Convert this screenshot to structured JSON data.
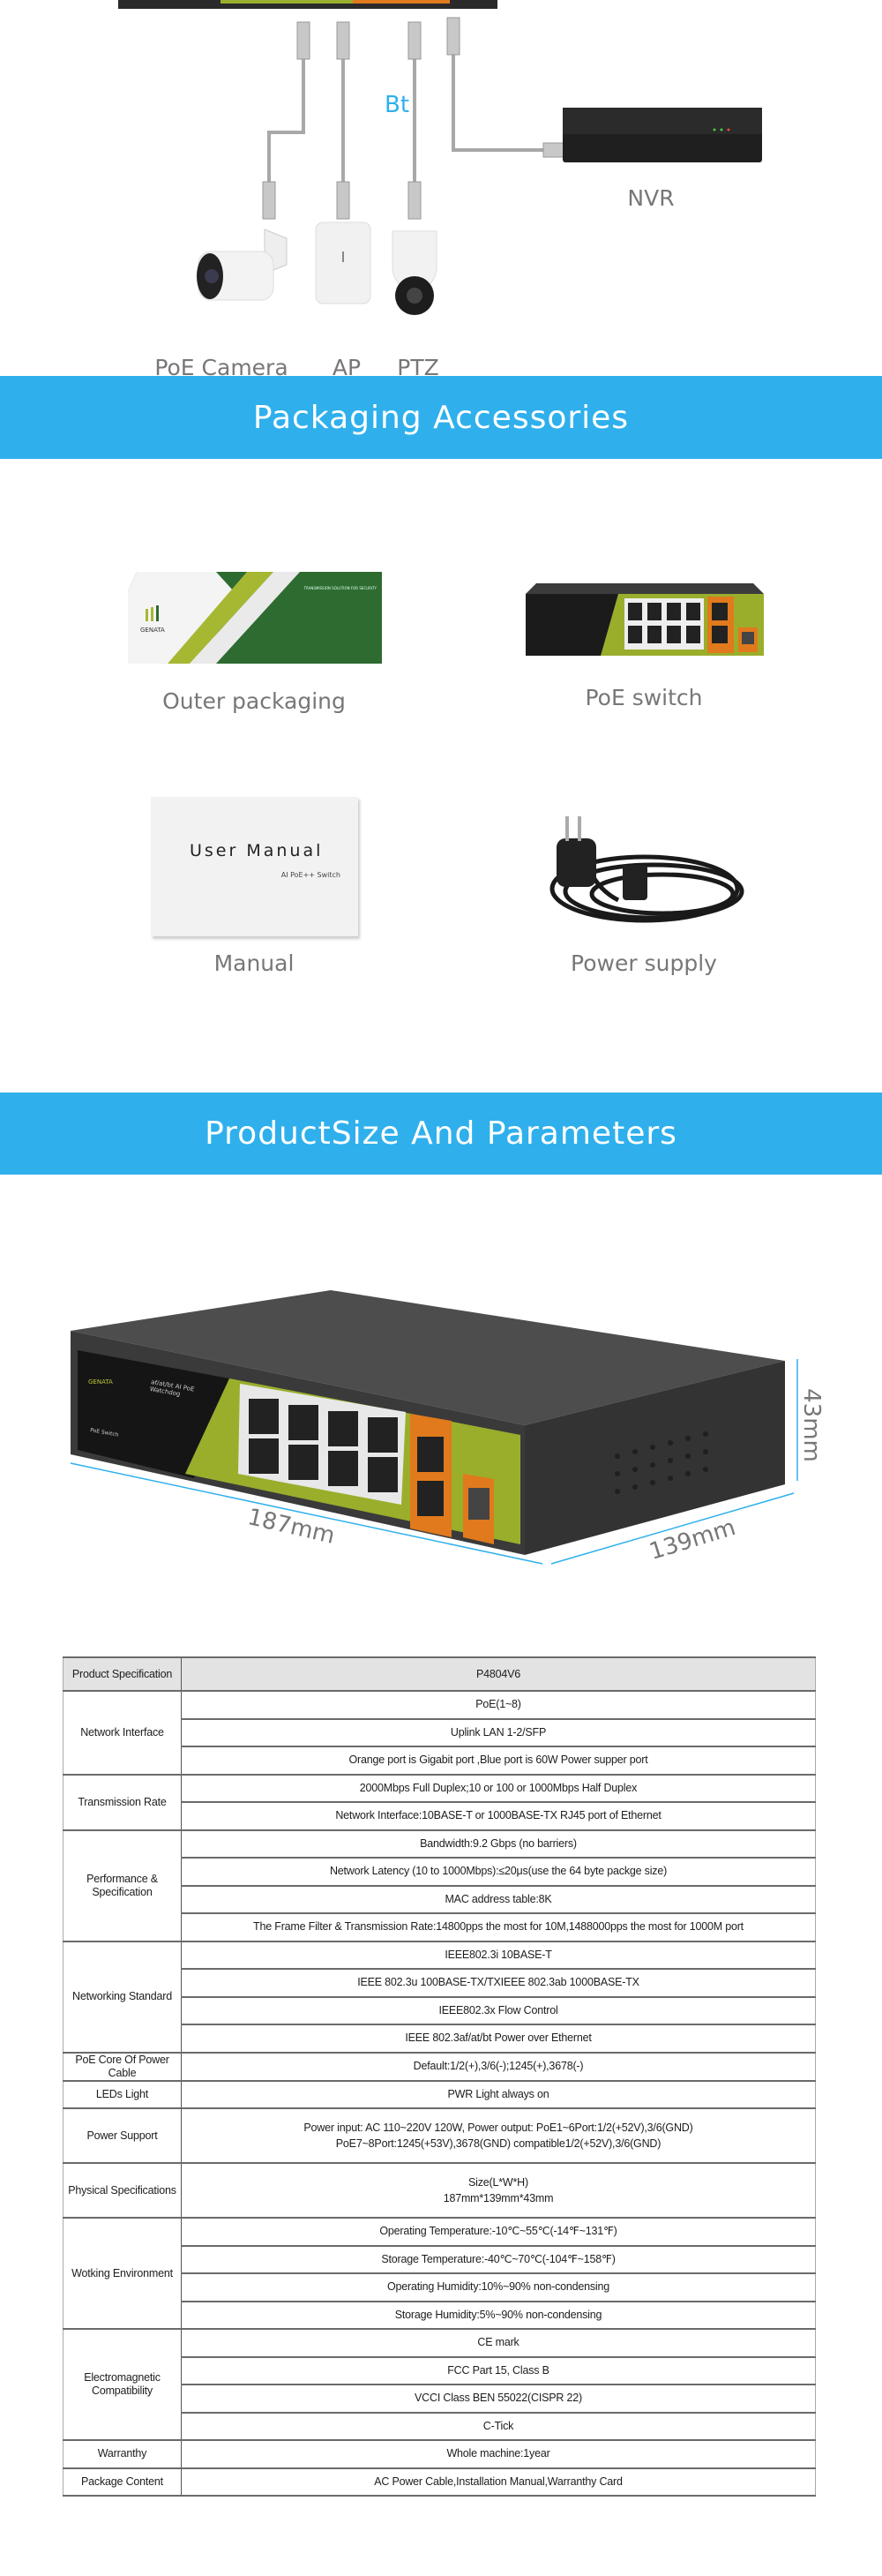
{
  "topology": {
    "bt_label": "Bt",
    "nvr_label": "NVR",
    "devices": [
      "PoE Camera",
      "AP",
      "PTZ"
    ]
  },
  "packaging": {
    "title": "Packaging Accessories",
    "items": [
      "Outer packaging",
      "PoE switch",
      "Manual",
      "Power supply"
    ],
    "box_brand": "GENATA",
    "box_slogan": "TRANSMISSION SOLUTION FOR SECURITY",
    "manual_title": "User Manual",
    "manual_subtitle": "AI PoE++ Switch"
  },
  "product_size": {
    "title": "ProductSize And Parameters",
    "length": "187mm",
    "width": "139mm",
    "height": "43mm",
    "brand": "GENATA",
    "panel_text": "af/at/bt AI PoE Watchdog",
    "panel_label": "PoE Switch"
  },
  "spec_table": {
    "header_label": "Product Specification",
    "model": "P4804V6",
    "groups": [
      {
        "label": "Network Interface",
        "rows": [
          "PoE(1~8)",
          "Uplink LAN 1-2/SFP",
          "Orange port is Gigabit port ,Blue port is 60W Power supper port"
        ]
      },
      {
        "label": "Transmission Rate",
        "rows": [
          "2000Mbps Full Duplex;10 or 100 or 1000Mbps Half Duplex",
          "Network Interface:10BASE-T or 1000BASE-TX RJ45 port of Ethernet"
        ]
      },
      {
        "label": "Performance & Specification",
        "rows": [
          "Bandwidth:9.2 Gbps (no barriers)",
          "Network Latency (10 to 1000Mbps):≤20μs(use the 64 byte packge size)",
          "MAC address table:8K",
          "The Frame Filter & Transmission Rate:14800pps the most for 10M,1488000pps the most for 1000M port"
        ]
      },
      {
        "label": "Networking Standard",
        "rows": [
          "IEEE802.3i  10BASE-T",
          "IEEE 802.3u 100BASE-TX/TXIEEE 802.3ab 1000BASE-TX",
          "IEEE802.3x  Flow Control",
          "IEEE 802.3af/at/bt Power over Ethernet"
        ]
      },
      {
        "label": "PoE Core Of Power Cable",
        "rows": [
          "Default:1/2(+),3/6(-);1245(+),3678(-)"
        ]
      },
      {
        "label": "LEDs Light",
        "rows": [
          "PWR Light always on"
        ]
      },
      {
        "label": "Power Support",
        "rows": [
          "Power input: AC 110~220V 120W, Power output: PoE1~6Port:1/2(+52V),3/6(GND)\nPoE7~8Port:1245(+53V),3678(GND) compatible1/2(+52V),3/6(GND)"
        ]
      },
      {
        "label": "Physical Specifications",
        "rows": [
          "Size(L*W*H)\n187mm*139mm*43mm"
        ]
      },
      {
        "label": "Wotking Environment",
        "rows": [
          "Operating Temperature:-10℃~55℃(-14℉~131℉)",
          "Storage Temperature:-40℃~70℃(-104℉~158℉)",
          "Operating Humidity:10%~90% non-condensing",
          "Storage Humidity:5%~90% non-condensing"
        ]
      },
      {
        "label": "Electromagnetic Compatibility",
        "rows": [
          "CE mark",
          "FCC Part 15, Class B",
          "VCCI Class BEN 55022(CISPR 22)",
          "C-Tick"
        ]
      },
      {
        "label": "Warranthy",
        "rows": [
          "Whole machine:1year"
        ]
      },
      {
        "label": "Package Content",
        "rows": [
          "AC Power Cable,Installation Manual,Warranthy Card"
        ]
      }
    ]
  },
  "colors": {
    "banner": "#2fb0ec",
    "accent_green": "#9aae2c",
    "accent_orange": "#e07a1c",
    "dimension_line": "#2fb0ec"
  }
}
